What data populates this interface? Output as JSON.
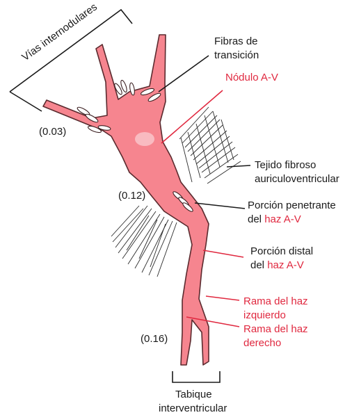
{
  "labels": {
    "vias_internodulares": "Vías internodulares",
    "fibras_transicion_1": "Fibras de",
    "fibras_transicion_2": "transición",
    "nodulo_av": "Nódulo A-V",
    "tejido_fibroso_1": "Tejido fibroso",
    "tejido_fibroso_2": "auriculoventricular",
    "porcion_penetrante_1": "Porción penetrante",
    "porcion_penetrante_2a": "del ",
    "porcion_penetrante_2b": "haz A-V",
    "porcion_distal_1": "Porción distal",
    "porcion_distal_2a": "del ",
    "porcion_distal_2b": "haz A-V",
    "rama_izquierda_1": "Rama del haz",
    "rama_izquierda_2": "izquierdo",
    "rama_derecha_1": "Rama del haz",
    "rama_derecha_2": "derecho",
    "tabique_1": "Tabique",
    "tabique_2": "interventricular"
  },
  "values": {
    "v003": "(0.03)",
    "v012": "(0.12)",
    "v016": "(0.16)"
  },
  "colors": {
    "tissue": "#f6858f",
    "accent_red": "#e0283f",
    "text": "#1a1a1a"
  }
}
